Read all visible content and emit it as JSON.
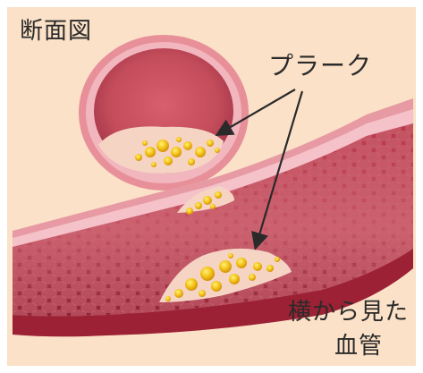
{
  "labels": {
    "cross_section": "断面図",
    "plaque": "プラーク",
    "side_view_line1": "横から見た",
    "side_view_line2": "血管"
  },
  "colors": {
    "background": "#fbe1c7",
    "vessel_outer": "#d9727f",
    "vessel_wall_light": "#f2b3ba",
    "lumen": "#c74b5a",
    "lumen_dark": "#9e2c3b",
    "plaque_base": "#f6d7c8",
    "plaque_yellow": "#f3c417",
    "plaque_orange": "#e8a20c",
    "arrow": "#2a2a2a"
  },
  "icons": [
    "cross-section-vessel-icon",
    "longitudinal-vessel-icon",
    "plaque-deposit-icon"
  ]
}
